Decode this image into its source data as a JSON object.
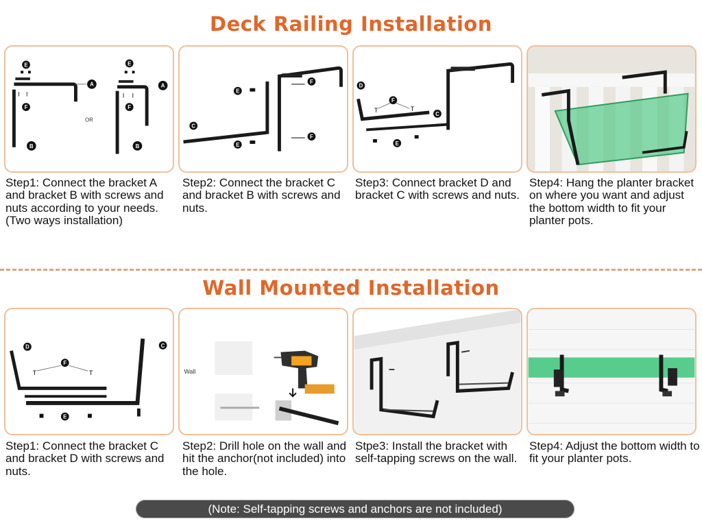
{
  "colors": {
    "title": "#e0672a",
    "border": "#efbf9a",
    "divider": "#d8a683",
    "planter": "#3cc47a",
    "note_bg": "#4a4a4a"
  },
  "deck": {
    "title": "Deck Railing Installation",
    "steps": [
      {
        "text": "Step1: Connect the bracket A and bracket B with screws and nuts according to your needs. (Two ways installation)"
      },
      {
        "text": "Step2: Connect the bracket C and bracket B with screws and nuts."
      },
      {
        "text": "Step3: Connect bracket D and bracket C with screws and nuts."
      },
      {
        "text": "Step4: Hang the planter bracket on where you want and adjust the bottom width to fit your planter pots."
      }
    ],
    "or_label": "OR",
    "part_labels": [
      "A",
      "B",
      "C",
      "D",
      "E",
      "F"
    ]
  },
  "wall": {
    "title": "Wall Mounted Installation",
    "steps": [
      {
        "text": "Step1: Connect the bracket C and bracket D with screws and nuts."
      },
      {
        "text": "Step2: Drill hole on the wall and hit the anchor(not included) into the hole."
      },
      {
        "text": "Stpe3: Install the bracket with self-tapping screws on the wall."
      },
      {
        "text": "Step4: Adjust the bottom width to fit your planter pots."
      }
    ],
    "wall_label": "Wall"
  },
  "note": "(Note: Self-tapping screws and anchors are not included)"
}
